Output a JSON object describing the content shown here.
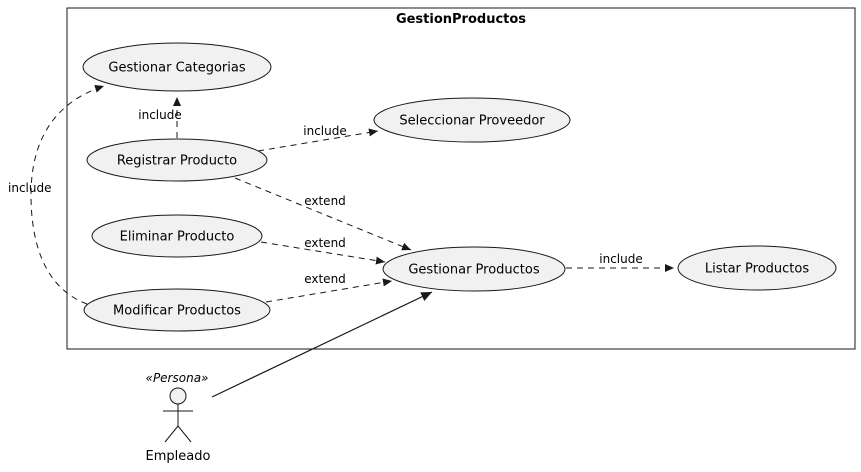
{
  "diagram": {
    "system": {
      "title": "GestionProductos"
    },
    "usecases": {
      "gestionar_categorias": "Gestionar Categorias",
      "seleccionar_proveedor": "Seleccionar Proveedor",
      "registrar_producto": "Registrar Producto",
      "eliminar_producto": "Eliminar Producto",
      "gestionar_productos": "Gestionar Productos",
      "modificar_productos": "Modificar Productos",
      "listar_productos": "Listar Productos"
    },
    "edges": {
      "registrar_to_categorias": "include",
      "registrar_to_proveedor": "include",
      "registrar_to_gestionar": "extend",
      "eliminar_to_gestionar": "extend",
      "modificar_to_gestionar": "extend",
      "gestionar_to_listar": "include",
      "modificar_to_categorias": "include"
    },
    "actor": {
      "stereotype": "«Persona»",
      "name": "Empleado"
    },
    "colors": {
      "node_fill": "#F1F1F1",
      "stroke": "#181818",
      "text": "#000000",
      "background": "#FFFFFF"
    }
  }
}
